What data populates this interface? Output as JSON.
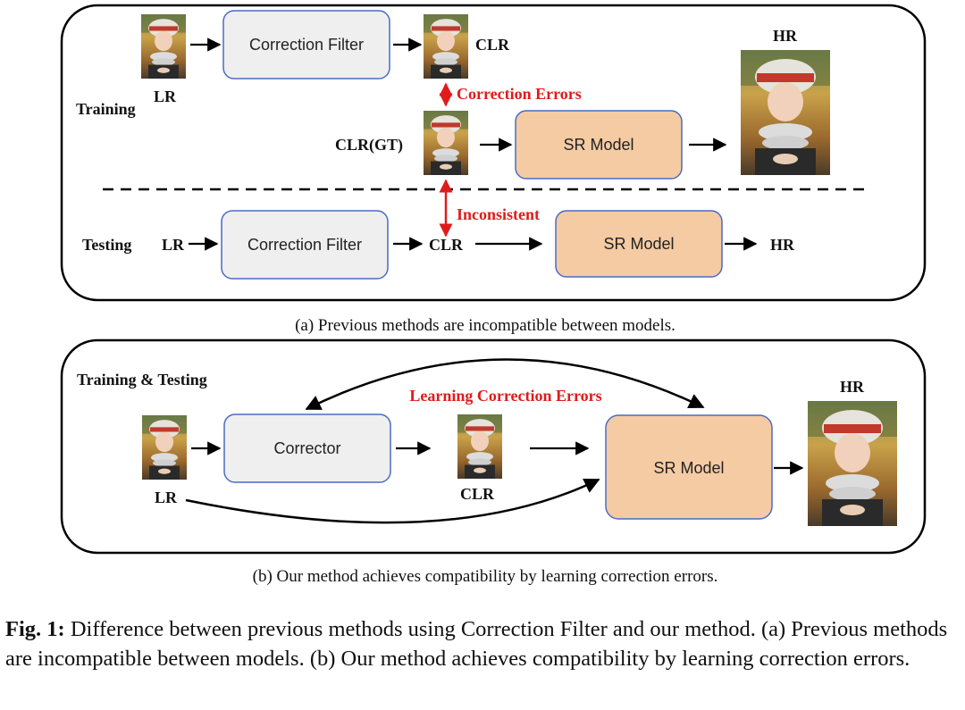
{
  "panel_a": {
    "training_label": "Training",
    "testing_label": "Testing",
    "lr_label": "LR",
    "clr_label": "CLR",
    "hr_label": "HR",
    "clr_gt_label": "CLR(GT)",
    "correction_filter_label": "Correction Filter",
    "sr_model_label": "SR Model",
    "correction_errors_label": "Correction Errors",
    "inconsistent_label": "Inconsistent",
    "test_lr_label": "LR",
    "test_clr_label": "CLR",
    "test_hr_label": "HR",
    "test_correction_filter_label": "Correction Filter",
    "test_sr_model_label": "SR Model",
    "caption": "(a) Previous methods are incompatible between models."
  },
  "panel_b": {
    "title": "Training & Testing",
    "learning_label": "Learning Correction Errors",
    "corrector_label": "Corrector",
    "sr_model_label": "SR Model",
    "lr_label": "LR",
    "clr_label": "CLR",
    "hr_label": "HR",
    "caption": "(b) Our method achieves compatibility by learning correction errors."
  },
  "caption": {
    "label": "Fig. 1:",
    "text": " Difference between previous methods using Correction Filter and our method. (a) Previous methods are incompatible between models. (b) Our method achieves compatibility by learning correction errors."
  },
  "colors": {
    "filter_fill": "#efefef",
    "box_stroke": "#4a6cc4",
    "sr_fill": "#f5cba3",
    "accent_red": "#e01b1b"
  }
}
